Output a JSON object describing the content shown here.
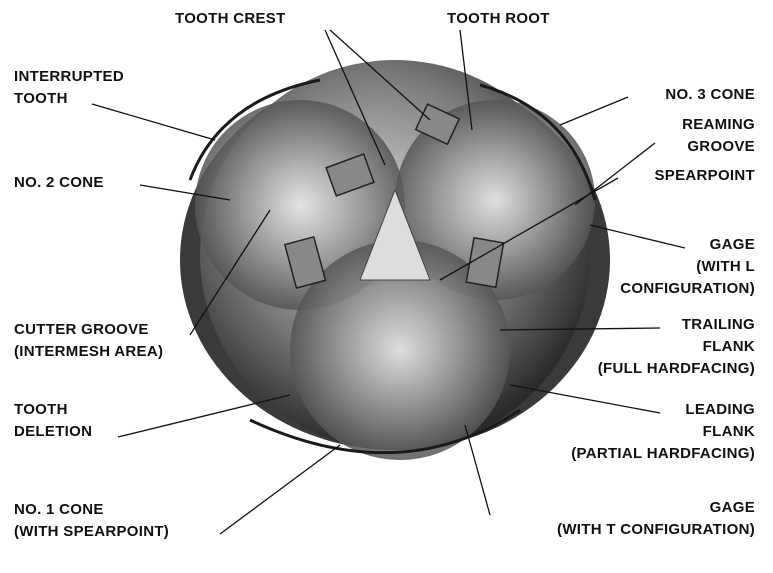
{
  "labels": {
    "tooth_crest": [
      "TOOTH CREST"
    ],
    "tooth_root": [
      "TOOTH ROOT"
    ],
    "interrupted_tooth": [
      "INTERRUPTED",
      "TOOTH"
    ],
    "no3_cone": [
      "NO. 3 CONE"
    ],
    "reaming_groove": [
      "REAMING",
      "GROOVE"
    ],
    "spearpoint": [
      "SPEARPOINT"
    ],
    "gage_l": [
      "GAGE",
      "(WITH L",
      "CONFIGURATION)"
    ],
    "no2_cone": [
      "NO. 2 CONE"
    ],
    "cutter_groove": [
      "CUTTER GROOVE",
      "(INTERMESH AREA)"
    ],
    "trailing_flank": [
      "TRAILING",
      "FLANK",
      "(FULL HARDFACING)"
    ],
    "tooth_deletion": [
      "TOOTH",
      "DELETION"
    ],
    "leading_flank": [
      "LEADING",
      "FLANK",
      "(PARTIAL HARDFACING)"
    ],
    "no1_cone": [
      "NO. 1 CONE",
      "(WITH SPEARPOINT)"
    ],
    "gage_t": [
      "GAGE",
      "(WITH T CONFIGURATION)"
    ]
  }
}
